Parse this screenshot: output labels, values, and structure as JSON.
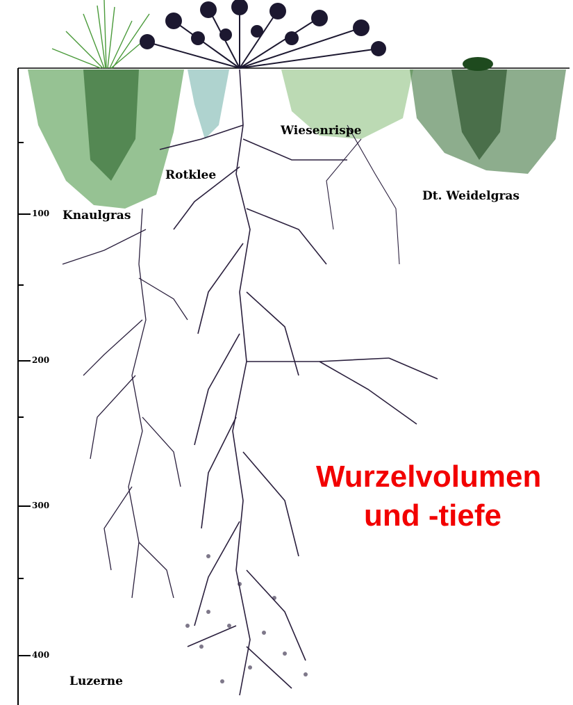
{
  "depth_scale": {
    "ticks": [
      "100",
      "200",
      "300",
      "400"
    ]
  },
  "plants": [
    {
      "name": "Knaulgras"
    },
    {
      "name": "Rotklee"
    },
    {
      "name": "Wiesenrispe"
    },
    {
      "name": "Dt. Weidelgras"
    },
    {
      "name": "Luzerne"
    }
  ],
  "caption": {
    "line1": "Wurzelvolumen",
    "line2": "und -tiefe"
  },
  "colors": {
    "caption": "#f20000",
    "grass_roots": "#2e8b2e",
    "legume_roots": "#2a1f3d",
    "scale": "#000000"
  }
}
